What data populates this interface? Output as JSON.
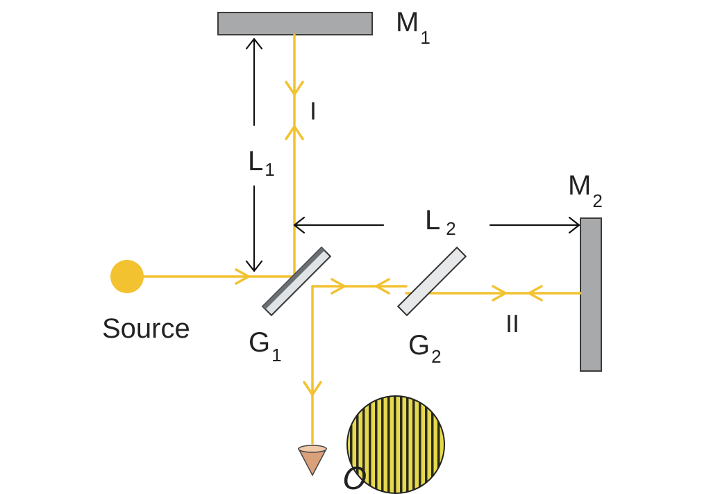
{
  "diagram": {
    "labels": {
      "mirror1": {
        "main": "M",
        "sub": "1"
      },
      "mirror2": {
        "main": "M",
        "sub": "2"
      },
      "length1": {
        "main": "L",
        "sub": "1"
      },
      "length2": {
        "main": "L",
        "sub": "2"
      },
      "plate1": {
        "main": "G",
        "sub": "1"
      },
      "plate2": {
        "main": "G",
        "sub": "2"
      },
      "source": "Source",
      "beam1": "I",
      "beam2": "II",
      "observer": "O"
    },
    "colors": {
      "beam": "#f2c230",
      "source": "#f2c230",
      "mirror": "#a7a9ab",
      "plate": "#dfe3e5",
      "plate_dark": "#6a6f74",
      "fringe_light": "#e5d94f",
      "fringe_dark": "#2b2b1a",
      "arrow": "#111111",
      "eyepiece": "#d9a07a"
    }
  }
}
